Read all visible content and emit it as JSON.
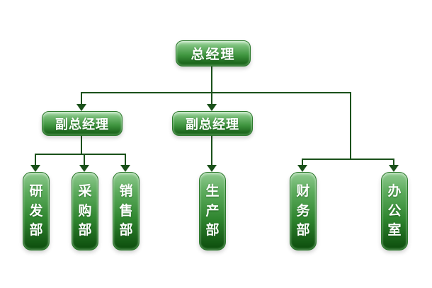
{
  "chart": {
    "type": "org-chart",
    "background_color": "#ffffff",
    "node_text_color": "#ffffff",
    "node_gradient_top": "#a9dba9",
    "node_gradient_bottom": "#0c4c0c",
    "node_border_color": "#2c7a2c",
    "connector_color": "#1a511a",
    "nodes": [
      {
        "id": "general-manager",
        "label": "总经理",
        "level": 1
      },
      {
        "id": "deputy-gm-left",
        "label": "副总经理",
        "level": 2
      },
      {
        "id": "deputy-gm-mid",
        "label": "副总经理",
        "level": 2
      },
      {
        "id": "dept-rd",
        "label": "研发部",
        "level": 3
      },
      {
        "id": "dept-purchasing",
        "label": "采购部",
        "level": 3
      },
      {
        "id": "dept-sales",
        "label": "销售部",
        "level": 3
      },
      {
        "id": "dept-production",
        "label": "生产部",
        "level": 3
      },
      {
        "id": "dept-finance",
        "label": "财务部",
        "level": 3
      },
      {
        "id": "dept-office",
        "label": "办公室",
        "level": 3
      }
    ],
    "edges": [
      {
        "from": "general-manager",
        "to": "deputy-gm-left"
      },
      {
        "from": "general-manager",
        "to": "deputy-gm-mid"
      },
      {
        "from": "general-manager",
        "to": "dept-finance"
      },
      {
        "from": "general-manager",
        "to": "dept-office"
      },
      {
        "from": "deputy-gm-left",
        "to": "dept-rd"
      },
      {
        "from": "deputy-gm-left",
        "to": "dept-purchasing"
      },
      {
        "from": "deputy-gm-left",
        "to": "dept-sales"
      },
      {
        "from": "deputy-gm-mid",
        "to": "dept-production"
      }
    ]
  }
}
